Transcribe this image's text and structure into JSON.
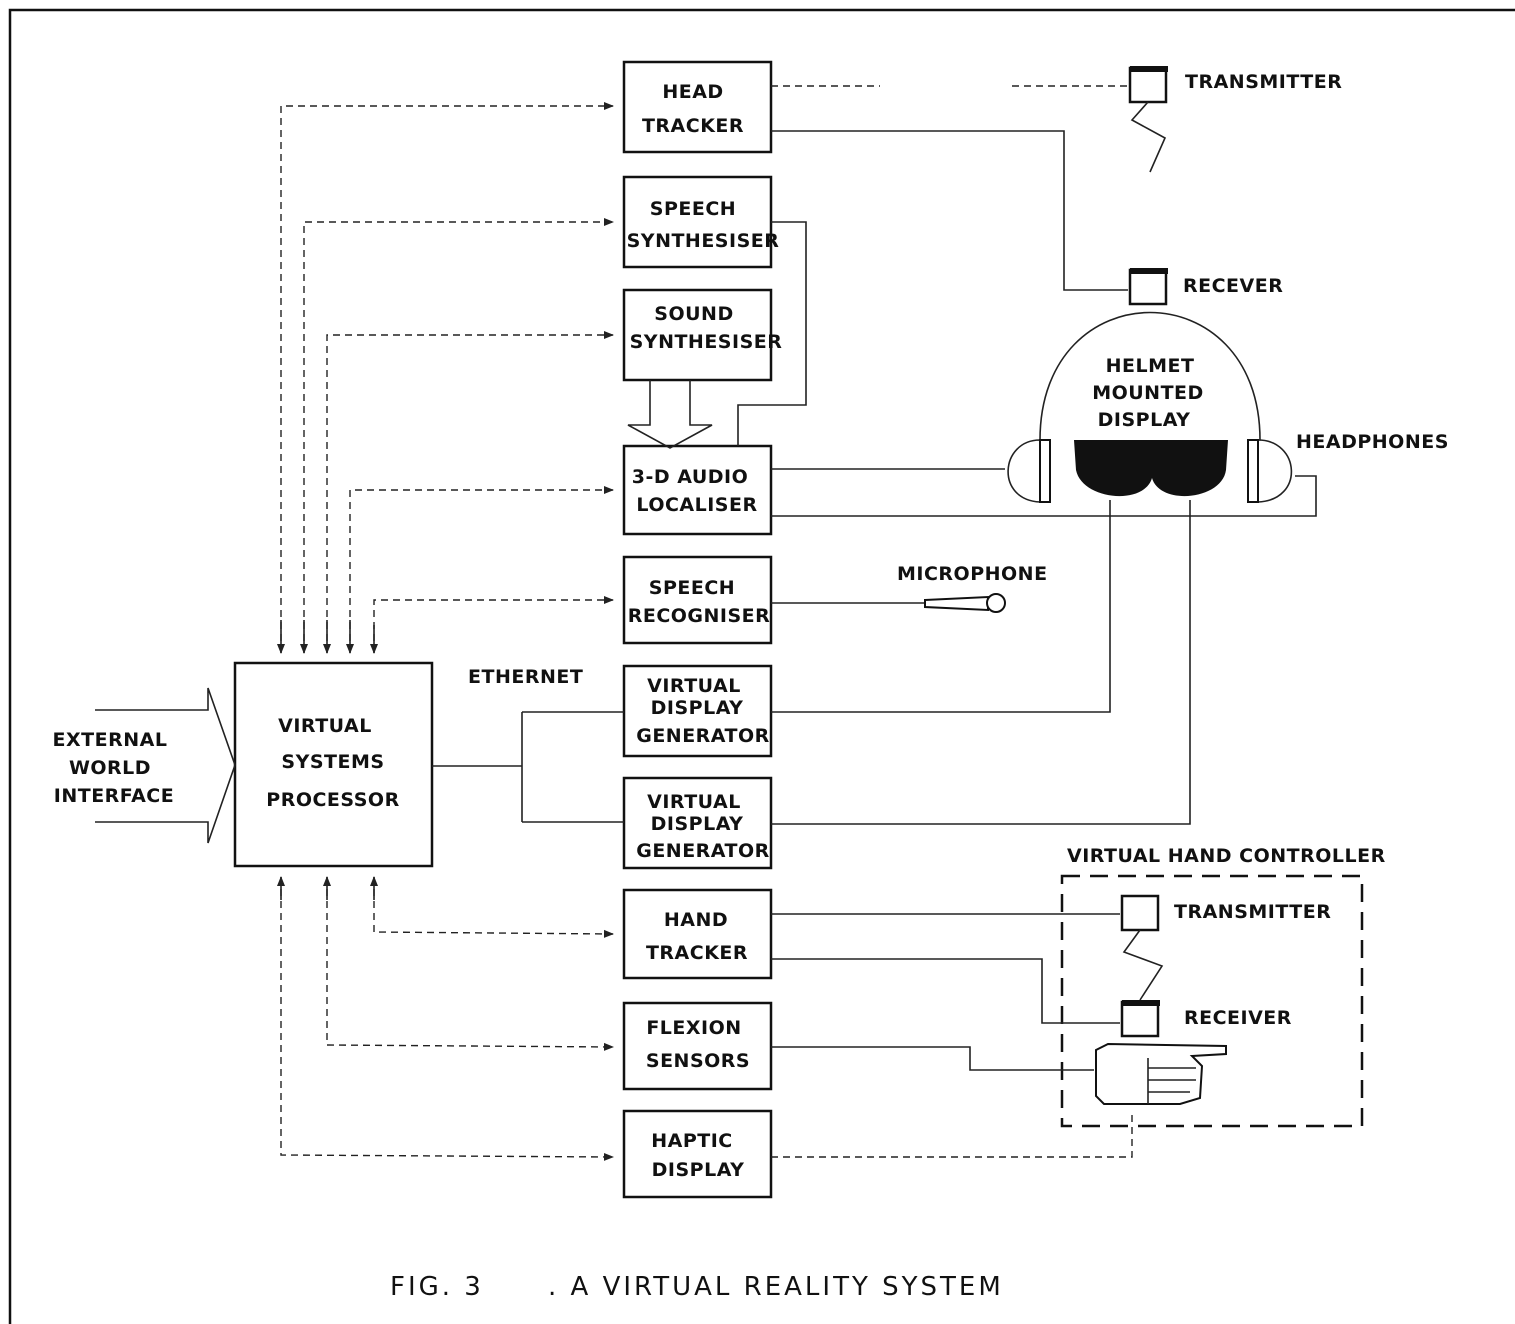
{
  "caption": {
    "fig": "FIG. 3",
    "title": ". A VIRTUAL REALITY SYSTEM"
  },
  "external": [
    "EXTERNAL",
    "WORLD",
    "INTERFACE"
  ],
  "processor": [
    "VIRTUAL",
    "SYSTEMS",
    "PROCESSOR"
  ],
  "ethernet": "ETHERNET",
  "modules": {
    "head_tracker": [
      "HEAD",
      "TRACKER"
    ],
    "speech_synth": [
      "SPEECH",
      "SYNTHESISER"
    ],
    "sound_synth": [
      "SOUND",
      "SYNTHESISER"
    ],
    "audio_loc": [
      "3-D AUDIO",
      "LOCALISER"
    ],
    "speech_rec": [
      "SPEECH",
      "RECOGNISER"
    ],
    "vdg1": [
      "VIRTUAL",
      "DISPLAY",
      "GENERATOR"
    ],
    "vdg2": [
      "VIRTUAL",
      "DISPLAY",
      "GENERATOR"
    ],
    "hand_tracker": [
      "HAND",
      "TRACKER"
    ],
    "flexion": [
      "FLEXION",
      "SENSORS"
    ],
    "haptic": [
      "HAPTIC",
      "DISPLAY"
    ]
  },
  "peripherals": {
    "transmitter_top": "TRANSMITTER",
    "receiver_top": "RECEVER",
    "helmet": [
      "HELMET",
      "MOUNTED",
      "DISPLAY"
    ],
    "headphones": "HEADPHONES",
    "microphone": "MICROPHONE",
    "hand_controller": "VIRTUAL HAND CONTROLLER",
    "transmitter_hand": "TRANSMITTER",
    "receiver_hand": "RECEIVER"
  }
}
